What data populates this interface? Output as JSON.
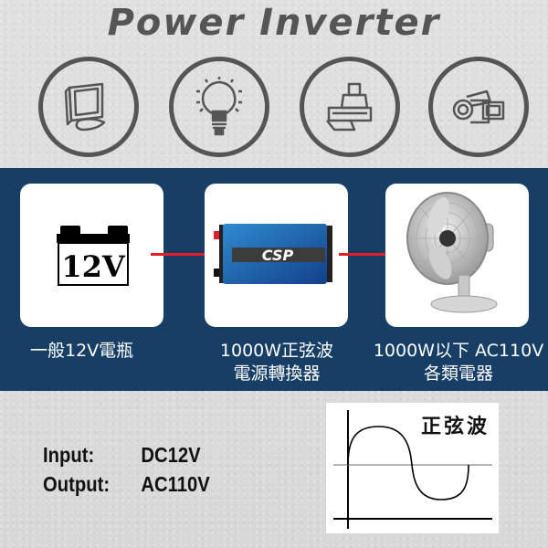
{
  "header": {
    "title": "Power Inverter"
  },
  "icons": [
    {
      "name": "monitor-icon"
    },
    {
      "name": "lightbulb-icon"
    },
    {
      "name": "printer-icon"
    },
    {
      "name": "camcorder-icon"
    }
  ],
  "flow": {
    "steps": [
      {
        "image": "battery-icon",
        "image_text": "12V",
        "caption_lines": [
          "一般12V電瓶"
        ]
      },
      {
        "image": "inverter-product",
        "image_text": "CSP",
        "caption_lines": [
          "1000W正弦波",
          "電源轉換器"
        ]
      },
      {
        "image": "desk-fan-product",
        "caption_lines": [
          "1000W以下 AC110V",
          "各類電器"
        ]
      }
    ],
    "connector_color": "#e21f26",
    "band_color": "#173f66"
  },
  "specs": {
    "input_label": "Input:",
    "input_value": "DC12V",
    "output_label": "Output:",
    "output_value": "AC110V"
  },
  "waveform": {
    "label": "正弦波",
    "type": "sine"
  }
}
